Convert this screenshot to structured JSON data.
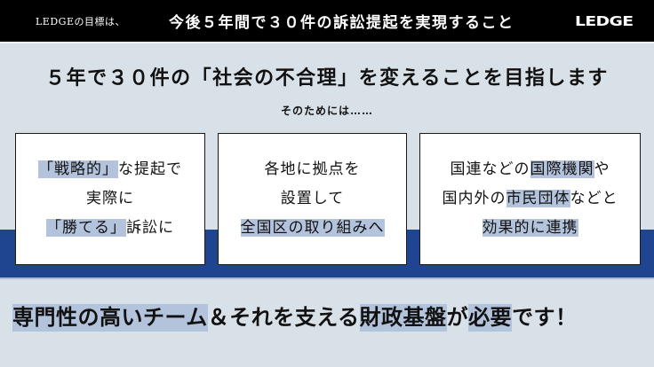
{
  "header": {
    "lead": "LEDGEの目標は、",
    "main": "今後５年間で３０件の訴訟提起を実現すること",
    "logo": "LEDGE"
  },
  "headline": "５年で３０件の「社会の不合理」を変えることを目指します",
  "subline": "そのためには……",
  "cards": [
    {
      "lines": [
        [
          {
            "text": "「戦略的」",
            "highlight": true
          },
          {
            "text": "な提起で",
            "highlight": false
          }
        ],
        [
          {
            "text": "実際に",
            "highlight": false
          }
        ],
        [
          {
            "text": "「勝てる」",
            "highlight": true
          },
          {
            "text": "訴訟に",
            "highlight": false
          }
        ]
      ]
    },
    {
      "lines": [
        [
          {
            "text": "各地に拠点を",
            "highlight": false
          }
        ],
        [
          {
            "text": "設置して",
            "highlight": false
          }
        ],
        [
          {
            "text": "全国区の取り組みへ",
            "highlight": true
          }
        ]
      ]
    },
    {
      "lines": [
        [
          {
            "text": "国連などの",
            "highlight": false
          },
          {
            "text": "国際機関",
            "highlight": true
          },
          {
            "text": "や",
            "highlight": false
          }
        ],
        [
          {
            "text": "国内外の",
            "highlight": false
          },
          {
            "text": "市民団体",
            "highlight": true
          },
          {
            "text": "などと",
            "highlight": false
          }
        ],
        [
          {
            "text": "効果的に連携",
            "highlight": true
          }
        ]
      ]
    }
  ],
  "footer": [
    {
      "text": "専門性の高いチーム",
      "highlight": true
    },
    {
      "text": "＆それを支える",
      "highlight": false
    },
    {
      "text": "財政基盤",
      "highlight": true
    },
    {
      "text": "が",
      "highlight": false
    },
    {
      "text": "必要",
      "highlight": true
    },
    {
      "text": "です！",
      "highlight": false
    }
  ],
  "colors": {
    "background": "#d9e1e8",
    "header": "#000000",
    "band": "#1f4590",
    "highlight": "#b3c3dc"
  }
}
